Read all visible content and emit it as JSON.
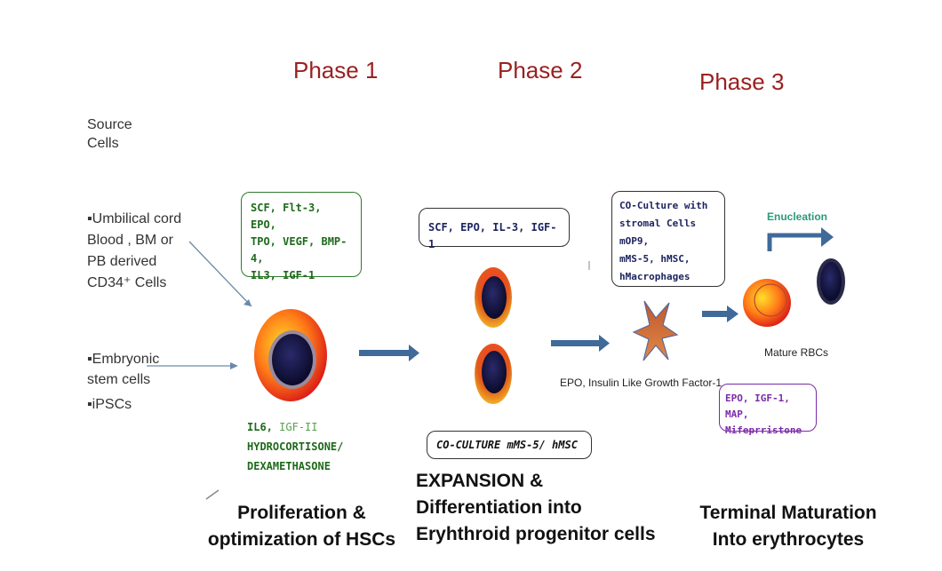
{
  "phases": [
    "Phase 1",
    "Phase 2",
    "Phase 3"
  ],
  "source": {
    "title_line1": "Source",
    "title_line2": "Cells",
    "cord_lines": [
      "▪Umbilical cord",
      "Blood , BM or",
      "PB derived",
      "CD34⁺ Cells"
    ],
    "esc_lines": [
      "▪Embryonic",
      "stem cells"
    ],
    "ipsc": "▪iPSCs"
  },
  "phase1": {
    "box_lines": [
      "SCF, Flt-3, EPO,",
      "TPO, VEGF, BMP-4,",
      "IL3, IGF-1"
    ],
    "il6": "IL6,",
    "igf2": "IGF-II",
    "hormone1": "HYDROCORTISONE/",
    "hormone2": "DEXAMETHASONE",
    "caption": [
      "Proliferation &",
      "optimization of HSCs"
    ]
  },
  "phase2": {
    "box": "SCF, EPO, IL-3, IGF-1",
    "coculture": "CO-CULTURE mMS-5/ hMSC",
    "caption": [
      "EXPANSION &",
      "Differentiation  into",
      "Eryhthroid progenitor cells"
    ]
  },
  "phase3": {
    "coculture_lines": [
      "CO-Culture with",
      "stromal Cells mOP9,",
      "mMS-5, hMSC,",
      "hMacrophages"
    ],
    "epo_label": "EPO, Insulin Like Growth Factor-1",
    "enucleation": "Enucleation",
    "mature": "Mature RBCs",
    "factor_lines": [
      "EPO, IGF-1, MAP,",
      "Mifeprristone"
    ],
    "caption": [
      "Terminal Maturation",
      "Into  erythrocytes"
    ]
  },
  "colors": {
    "phase_title": "#9b2020",
    "arrow": "#3f6a9a",
    "green_box": "#2d7a2a",
    "navy_box": "#1d2460",
    "purple_box": "#7a2aa8",
    "enucleation": "#2a9a7a"
  },
  "icons": [
    "hsc-cell-icon",
    "progenitor-cell-icon",
    "stromal-star-icon",
    "mature-cell-icon",
    "nucleus-icon"
  ]
}
